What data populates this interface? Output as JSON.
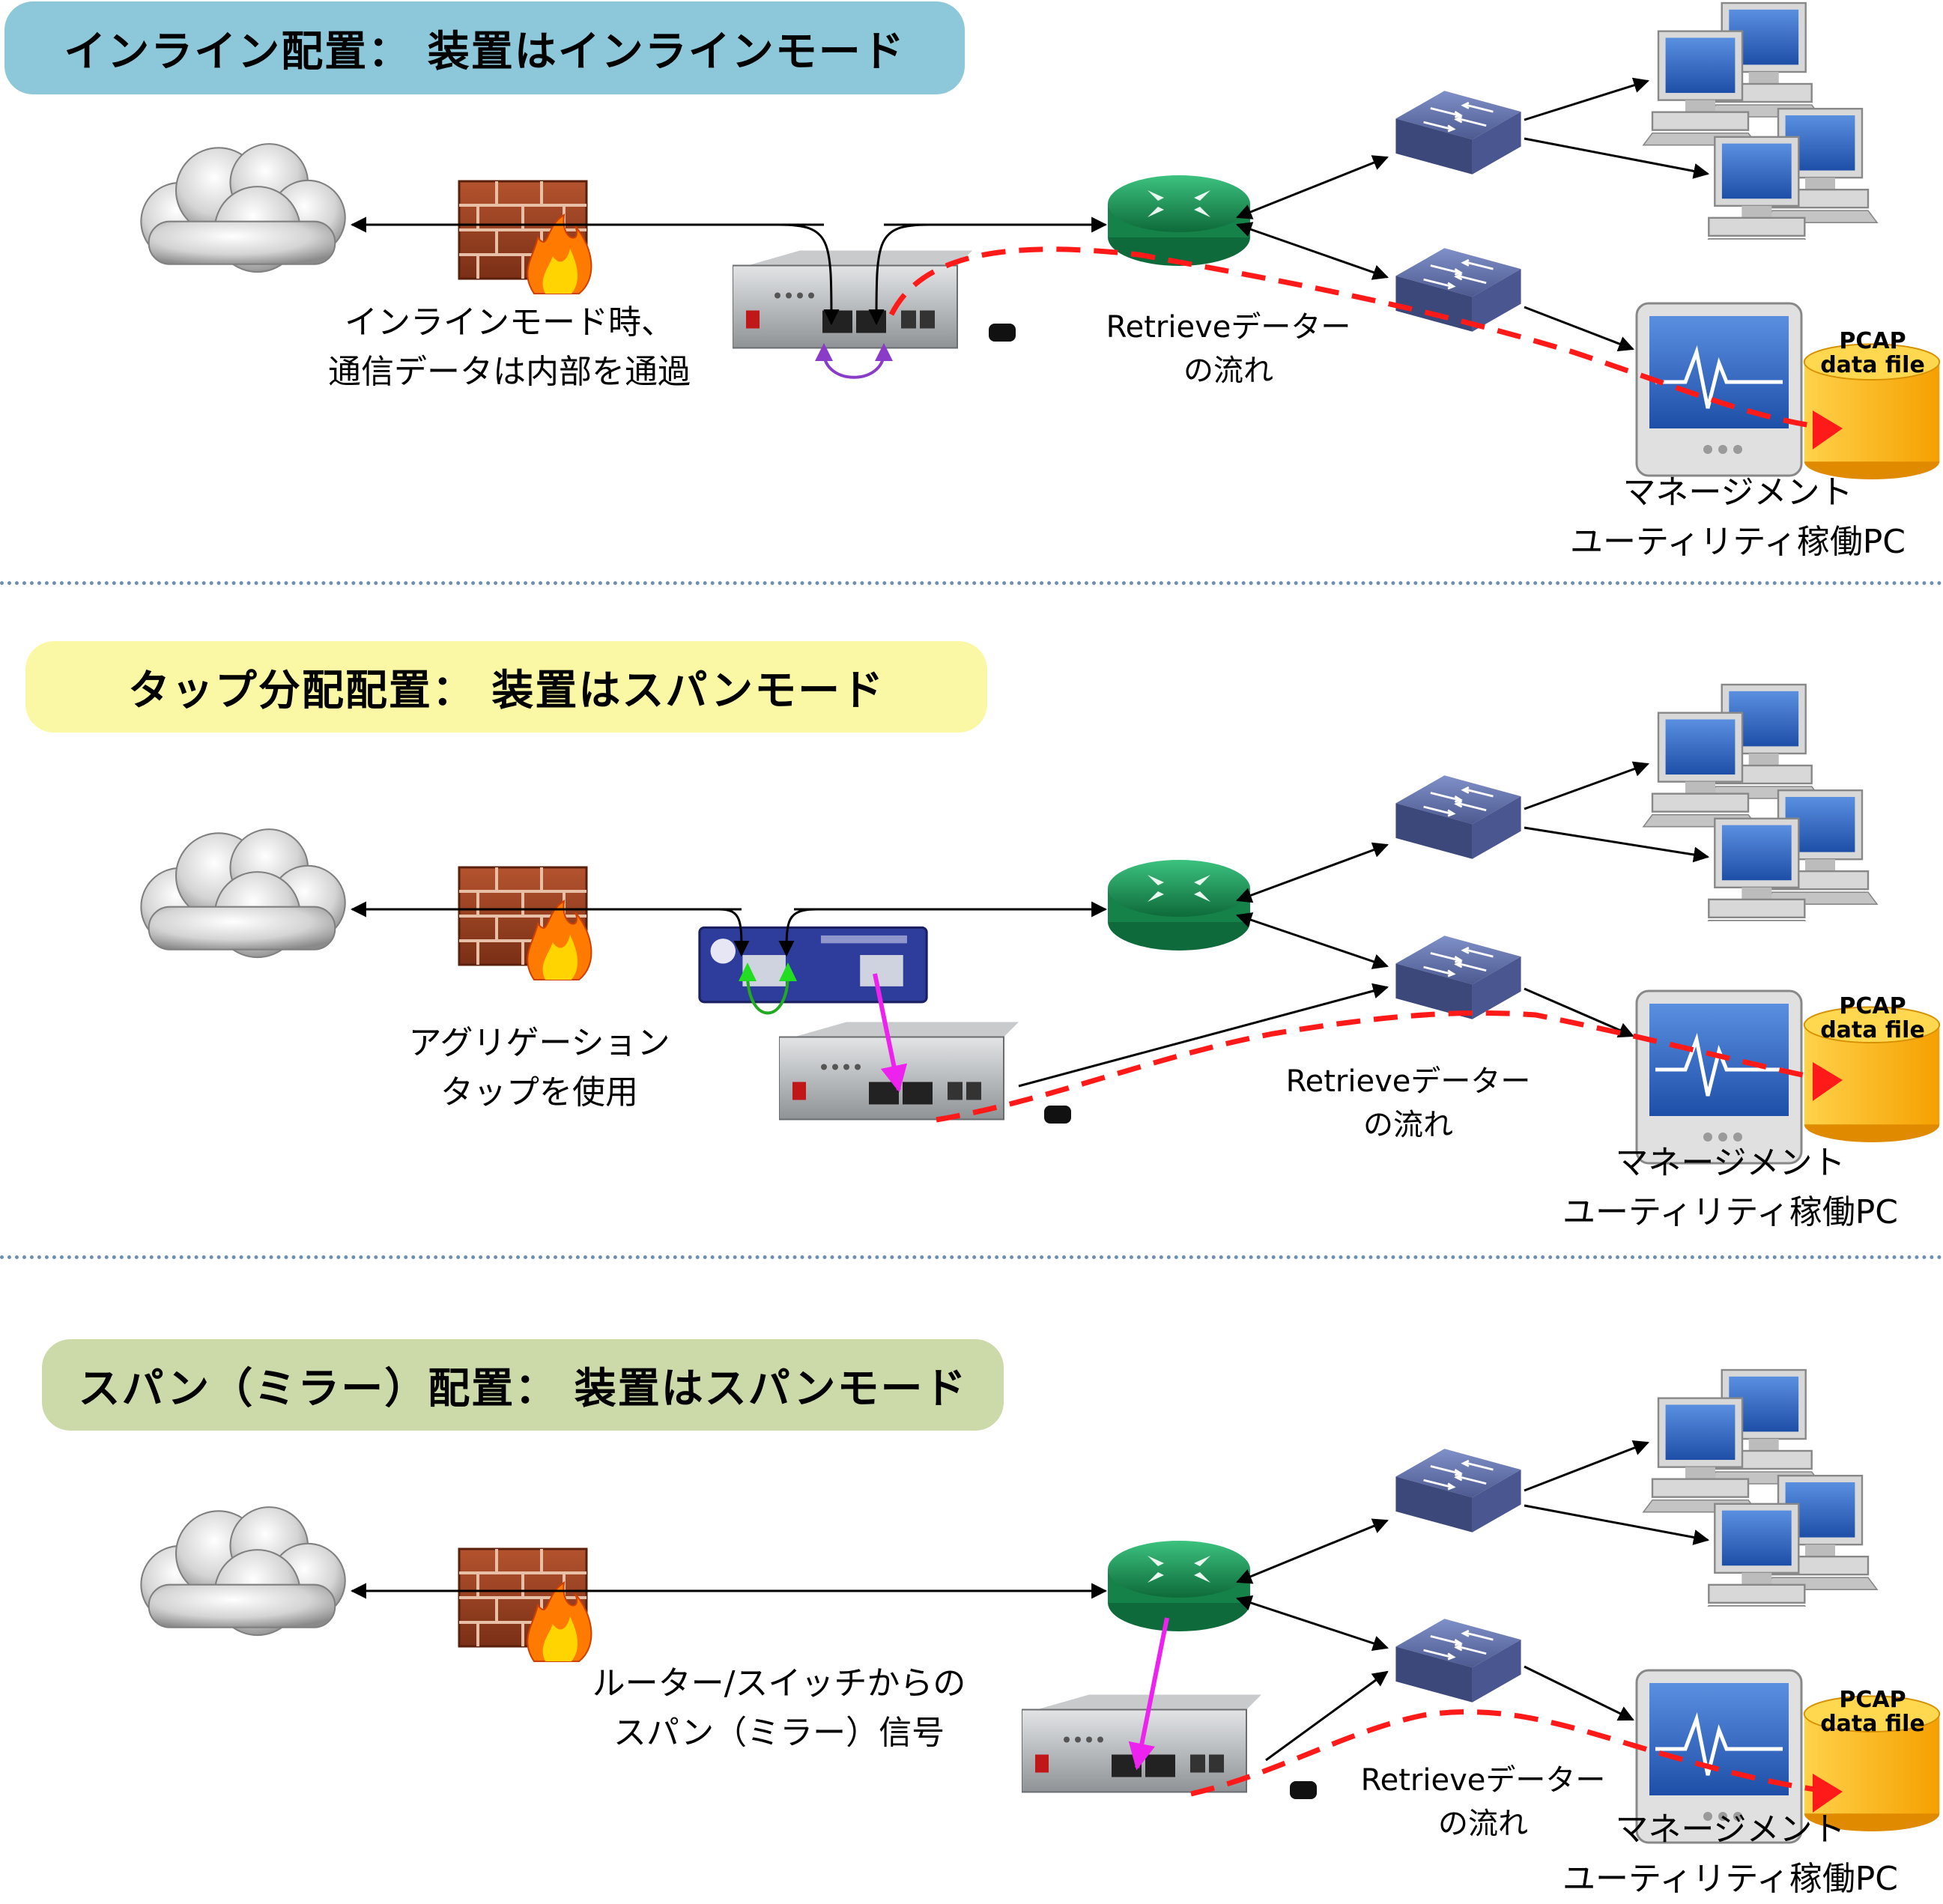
{
  "colors": {
    "title1_bg": "#8cc8d9",
    "title2_bg": "#fbf8a5",
    "title3_bg": "#ccdaa9",
    "flow_red": "#ff1a1a",
    "magenta": "#ee22ee",
    "router_green": "#1d9a5a",
    "switch_blue": "#5a6aa0",
    "pcap_orange": "#ffb000"
  },
  "sections": [
    {
      "title": "インライン配置： 装置はインラインモード",
      "note_lines": [
        "インラインモード時、",
        "通信データは内部を通過"
      ],
      "flow_lines": [
        "Retrieveデーター",
        "の流れ"
      ],
      "pc_lines": [
        "マネージメント",
        "ユーティリティ稼働PC"
      ],
      "pcap_lines": [
        "PCAP",
        "data file"
      ]
    },
    {
      "title": "タップ分配配置： 装置はスパンモード",
      "note_lines": [
        "アグリゲーション",
        "タップを使用"
      ],
      "flow_lines": [
        "Retrieveデーター",
        "の流れ"
      ],
      "pc_lines": [
        "マネージメント",
        "ユーティリティ稼働PC"
      ],
      "pcap_lines": [
        "PCAP",
        "data file"
      ]
    },
    {
      "title": "スパン（ミラー）配置： 装置はスパンモード",
      "note_lines": [
        "ルーター/スイッチからの",
        "スパン（ミラー）信号"
      ],
      "flow_lines": [
        "Retrieveデーター",
        "の流れ"
      ],
      "pc_lines": [
        "マネージメント",
        "ユーティリティ稼働PC"
      ],
      "pcap_lines": [
        "PCAP",
        "data file"
      ]
    }
  ]
}
